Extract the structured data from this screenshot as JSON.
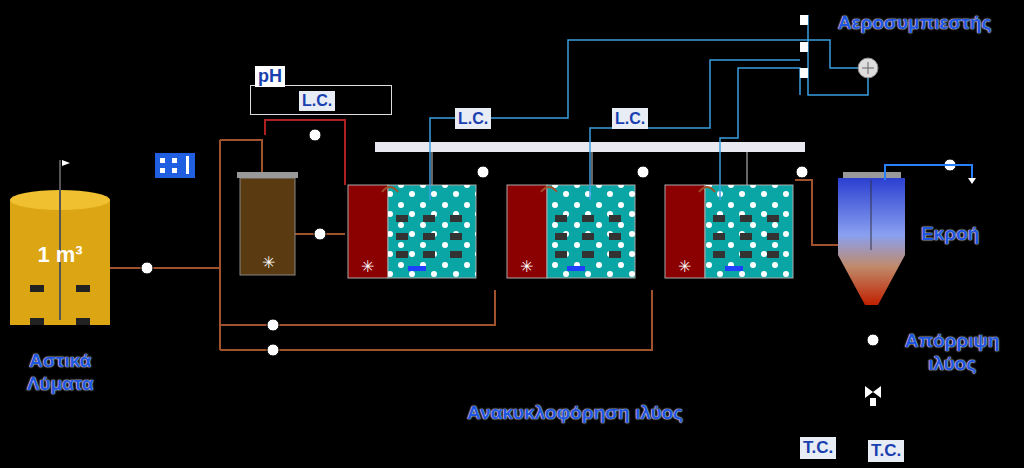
{
  "diagram": {
    "nodes": [
      {
        "text": [
          "1 m³"
        ]
      },
      {
        "text": [
          "pH",
          "L.C."
        ]
      },
      {
        "text": [
          "T.C."
        ]
      },
      {
        "text": [
          "T.C."
        ]
      }
    ],
    "labels": [
      "Αστικά Λύματα",
      "Αεροσυμπιεστής",
      "L.C.",
      "L.C.",
      "Εκροή",
      "Απόρριψη ιλύος",
      "Ανακυκλοφόρηση ιλύος"
    ]
  }
}
